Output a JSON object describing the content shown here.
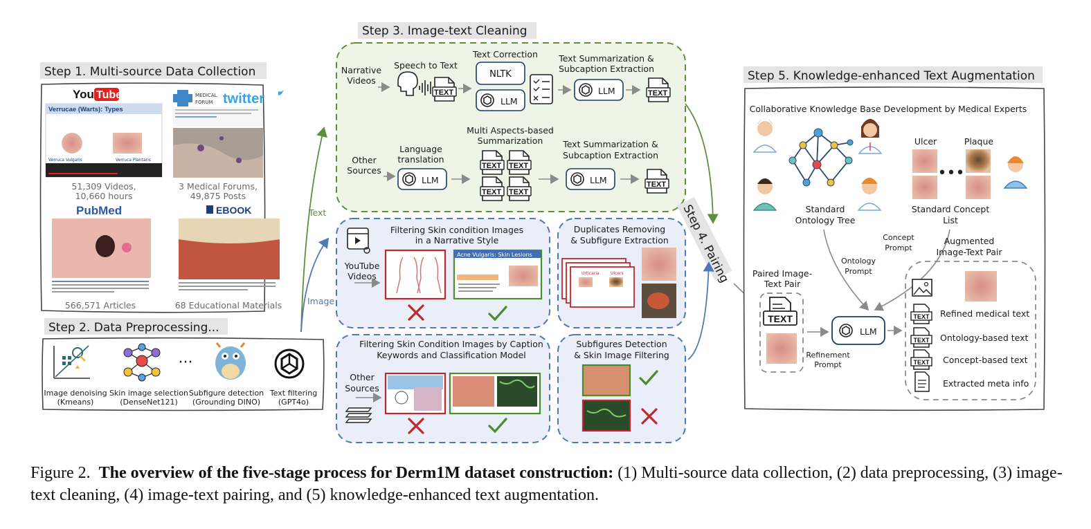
{
  "step1": {
    "title": "Step 1. Multi-source Data Collection",
    "youtube": {
      "logo_you": "You",
      "logo_tube": "Tube",
      "video_title": "Verrucae (Warts): Types",
      "label_a": "Verruca Vulgaris",
      "label_b": "Verruca Plantaris",
      "stat_line1": "51,309 Videos,",
      "stat_line2": "10,660 hours"
    },
    "forum": {
      "logo_medical": "MEDICAL",
      "logo_forum": "FORUM",
      "logo_twitter": "twitter",
      "stat_line1": "3 Medical Forums,",
      "stat_line2": "49,875 Posts"
    },
    "pubmed": {
      "logo": "PubMed",
      "stat": "566,571 Articles"
    },
    "ebook": {
      "logo": "EBOOK",
      "stat": "68 Educational Materials"
    }
  },
  "step2": {
    "title": "Step 2. Data Preprocessing...",
    "items": [
      {
        "line1": "Image denoising",
        "line2": "(Kmeans)"
      },
      {
        "line1": "Skin image selection",
        "line2": "(DenseNet121)"
      },
      {
        "line1": "Subfigure detection",
        "line2": "(Grounding DINO)"
      },
      {
        "line1": "Text filtering",
        "line2": "(GPT4o)"
      }
    ],
    "ellipsis": "···"
  },
  "step3": {
    "title": "Step 3. Image-text Cleaning",
    "row1": {
      "source_line1": "Narrative",
      "source_line2": "Videos",
      "speech": "Speech to Text",
      "correction": "Text Correction",
      "nltk": "NLTK",
      "llm1": "LLM",
      "summ_line1": "Text Summarization &",
      "summ_line2": "Subcaption Extraction",
      "llm2": "LLM"
    },
    "row2": {
      "source_line1": "Other",
      "source_line2": "Sources",
      "lang_line1": "Language",
      "lang_line2": "translation",
      "llm1": "LLM",
      "multi_line1": "Multi Aspects-based",
      "multi_line2": "Summarization",
      "summ_line1": "Text Summarization &",
      "summ_line2": "Subcaption Extraction",
      "llm2": "LLM"
    },
    "text_badge": "TEXT",
    "yt_filter": {
      "title_line1": "Filtering Skin condition Images",
      "title_line2": "in a Narrative Style",
      "source_line1": "YouTube",
      "source_line2": "Videos",
      "slide_title": "Acne Vulgaris: Skin Lesions"
    },
    "dup": {
      "title_line1": "Duplicates Removing",
      "title_line2": "& Subfigure Extraction",
      "slide_a": "Urticaria",
      "slide_b": "Ulcers"
    },
    "caption_filter": {
      "title_line1": "Filtering Skin Condition Images by Caption",
      "title_line2": "Keywords and Classification Model",
      "source_line1": "Other",
      "source_line2": "Sources"
    },
    "subfig": {
      "title_line1": "Subfigures Detection",
      "title_line2": "& Skin Image Filtering"
    }
  },
  "side_labels": {
    "text": "Text",
    "image": "Image"
  },
  "step4": {
    "title": "Step 4. Pairing"
  },
  "step5": {
    "title": "Step 5. Knowledge-enhanced Text Augmentation",
    "subtitle": "Collaborative Knowledge Base Development by Medical Experts",
    "tree_line1": "Standard",
    "tree_line2": "Ontology Tree",
    "ulcer": "Ulcer",
    "plaque": "Plaque",
    "concept_line1": "Standard Concept",
    "concept_line2": "List",
    "concept_prompt_line1": "Concept",
    "concept_prompt_line2": "Prompt",
    "ontology_prompt_line1": "Ontology",
    "ontology_prompt_line2": "Prompt",
    "paired_line1": "Paired Image-",
    "paired_line2": "Text Pair",
    "refine_line1": "Refinement",
    "refine_line2": "Prompt",
    "llm": "LLM",
    "aug_line1": "Augmented",
    "aug_line2": "Image-Text Pair",
    "outputs": [
      "Refined medical text",
      "Ontology-based text",
      "Concept-based text",
      "Extracted meta info"
    ]
  },
  "caption": {
    "prefix": "Figure 2.",
    "bold": "The overview of the five-stage process for Derm1M dataset construction:",
    "rest": "(1) Multi-source data collection, (2) data preprocessing, (3) image-text cleaning, (4) image-text pairing, and (5) knowledge-enhanced text augmentation."
  },
  "colors": {
    "green_border": "#5e8f3a",
    "green_fill": "#eef4e6",
    "blue_border": "#4f78b6",
    "blue_fill": "#e9eef8",
    "red": "#c0272d",
    "check": "#4b8c2e"
  }
}
